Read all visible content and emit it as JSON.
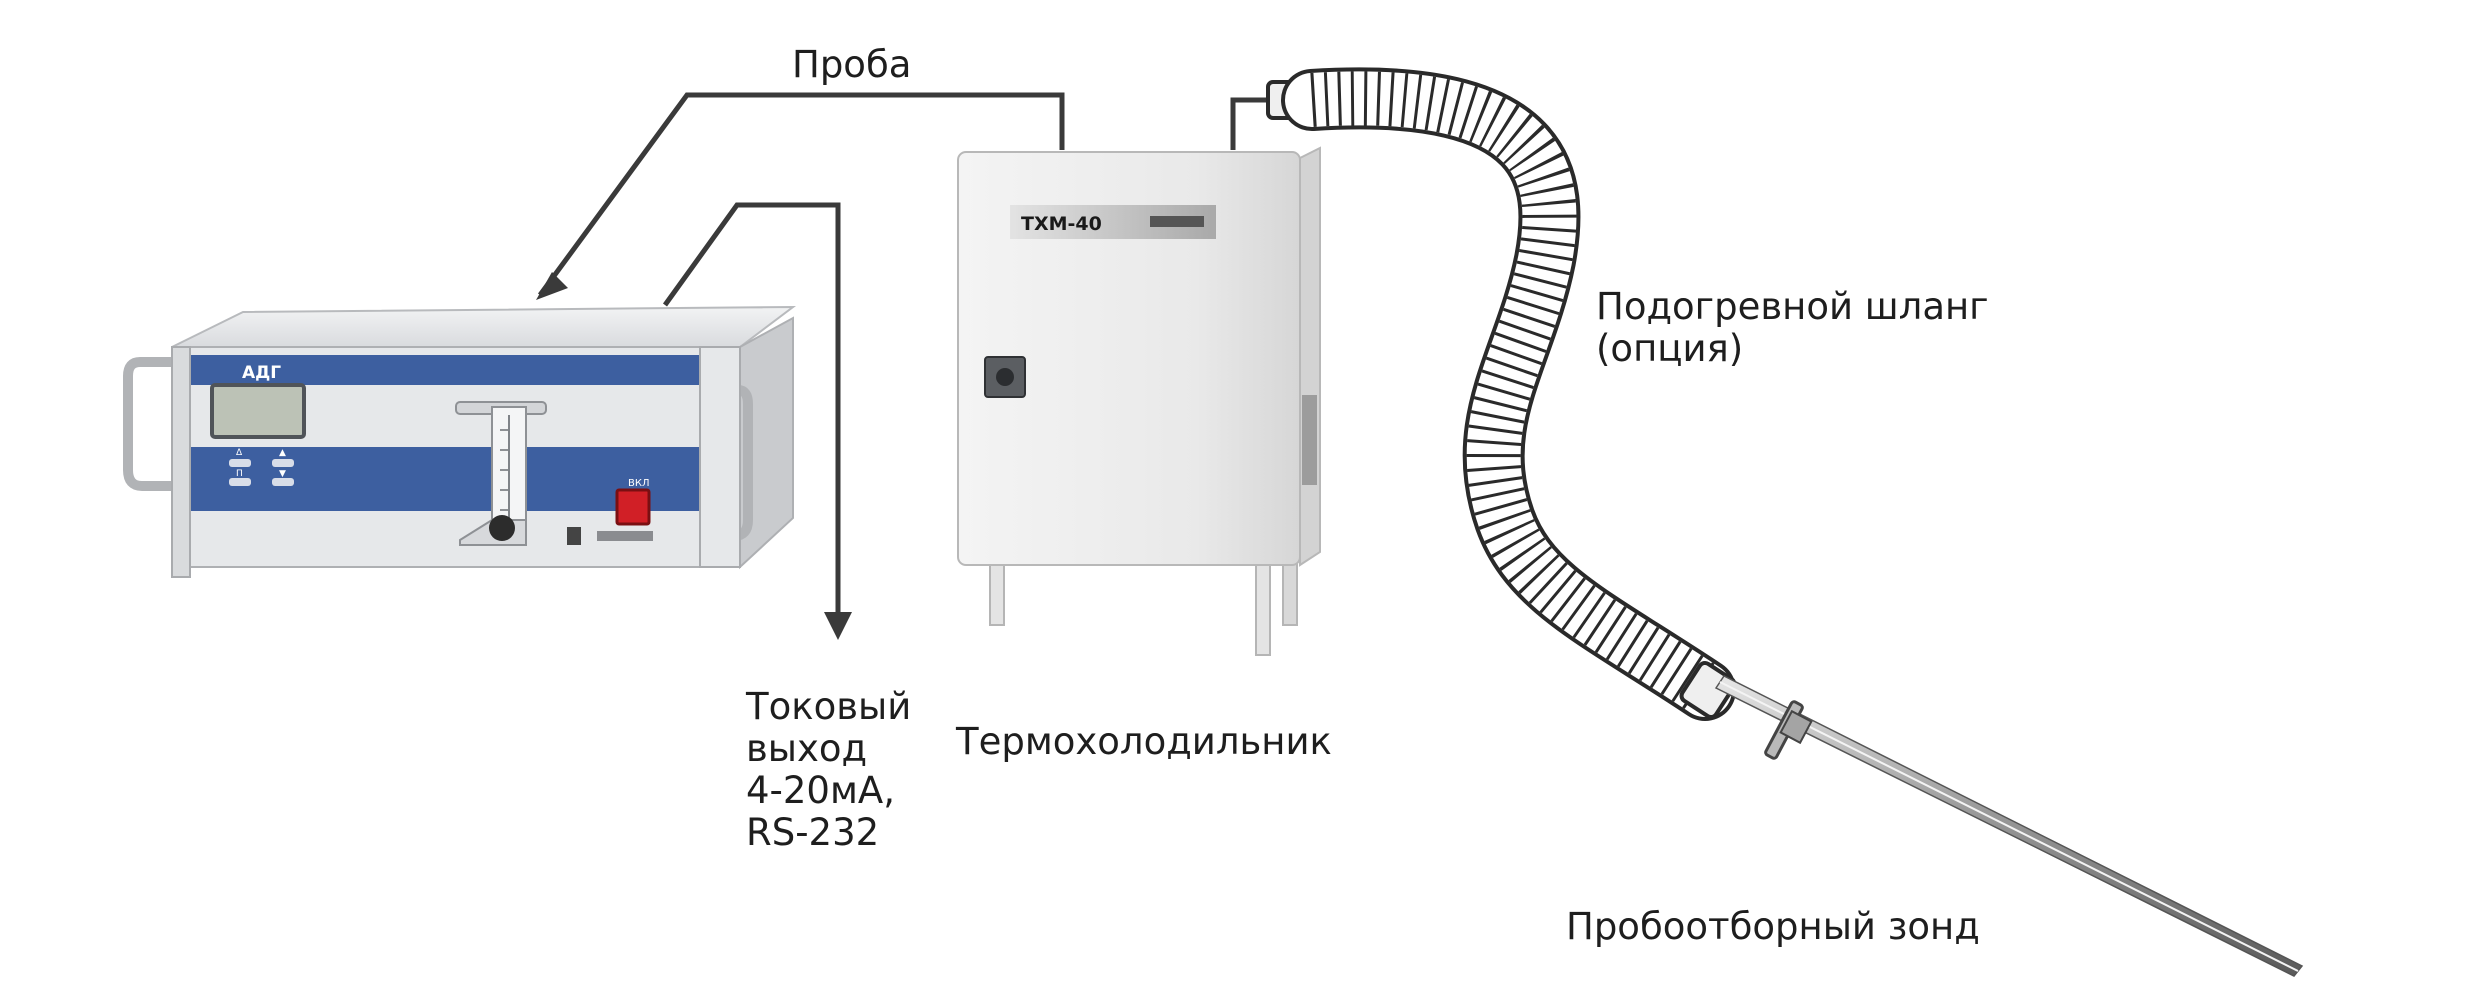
{
  "labels": {
    "sample": "Проба",
    "current_output": [
      "Токовый",
      "выход",
      "4-20мА,",
      "RS-232"
    ],
    "chiller": "Термохолодильник",
    "heated_hose": [
      "Подогревной шланг",
      "(опция)"
    ],
    "probe": "Пробоотборный зонд"
  },
  "analyzer": {
    "brand": "АДГ",
    "keypad": [
      "Δ",
      "▲",
      "П",
      "▼"
    ],
    "power_label": "ВКЛ"
  },
  "chiller_unit": {
    "model": "ТХМ-40"
  },
  "colors": {
    "analyzer_blue": "#3d5fa0",
    "power_red": "#d11f26",
    "arrow": "#3a3a3a",
    "hose": "#2a2a2a"
  }
}
